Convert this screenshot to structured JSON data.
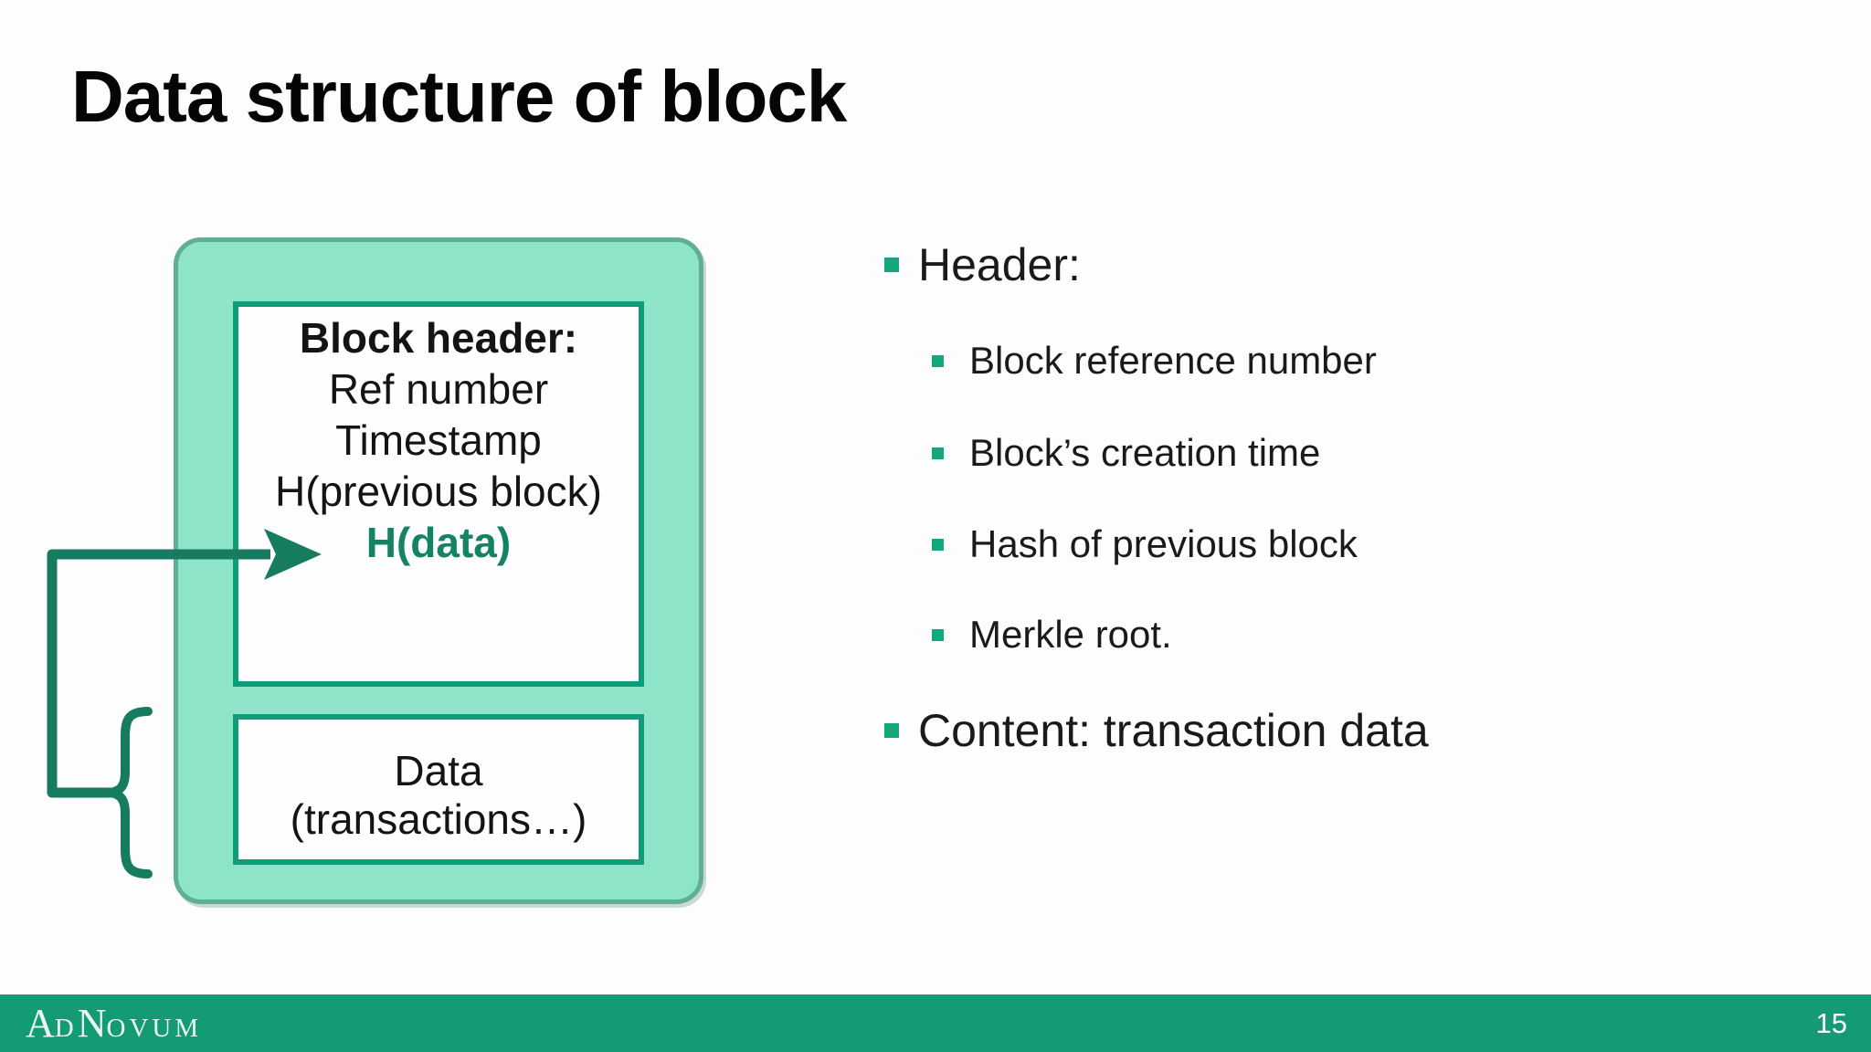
{
  "slide": {
    "title": "Data structure of block"
  },
  "diagram": {
    "header_box": {
      "line1": "Block header:",
      "line2": "Ref number",
      "line3": "Timestamp",
      "line4": "H(previous block)",
      "line5": "H(data)"
    },
    "data_box": {
      "line1": "Data",
      "line2": "(transactions…)"
    },
    "icons": {
      "arrow": "arrow-pointing-to-H(data)",
      "brace": "curly-brace-grouping-data-box"
    }
  },
  "bullets": {
    "items": [
      {
        "label": "Header:"
      },
      {
        "label": "Block reference number"
      },
      {
        "label": "Block’s creation time"
      },
      {
        "label": "Hash of previous block"
      },
      {
        "label": "Merkle root."
      },
      {
        "label": "Content: transaction data"
      }
    ]
  },
  "footer": {
    "logo": {
      "a": "A",
      "d": "D",
      "n": "N",
      "ovum": "OVUM"
    },
    "page_number": "15"
  },
  "colors": {
    "footer_green": "#149a74",
    "mint_fill": "#8de4c8",
    "container_border": "#5faf90",
    "box_border": "#0d9d77",
    "connector_green": "#177b5f",
    "hdata_green": "#148264",
    "bullet_green": "#12a77d"
  }
}
